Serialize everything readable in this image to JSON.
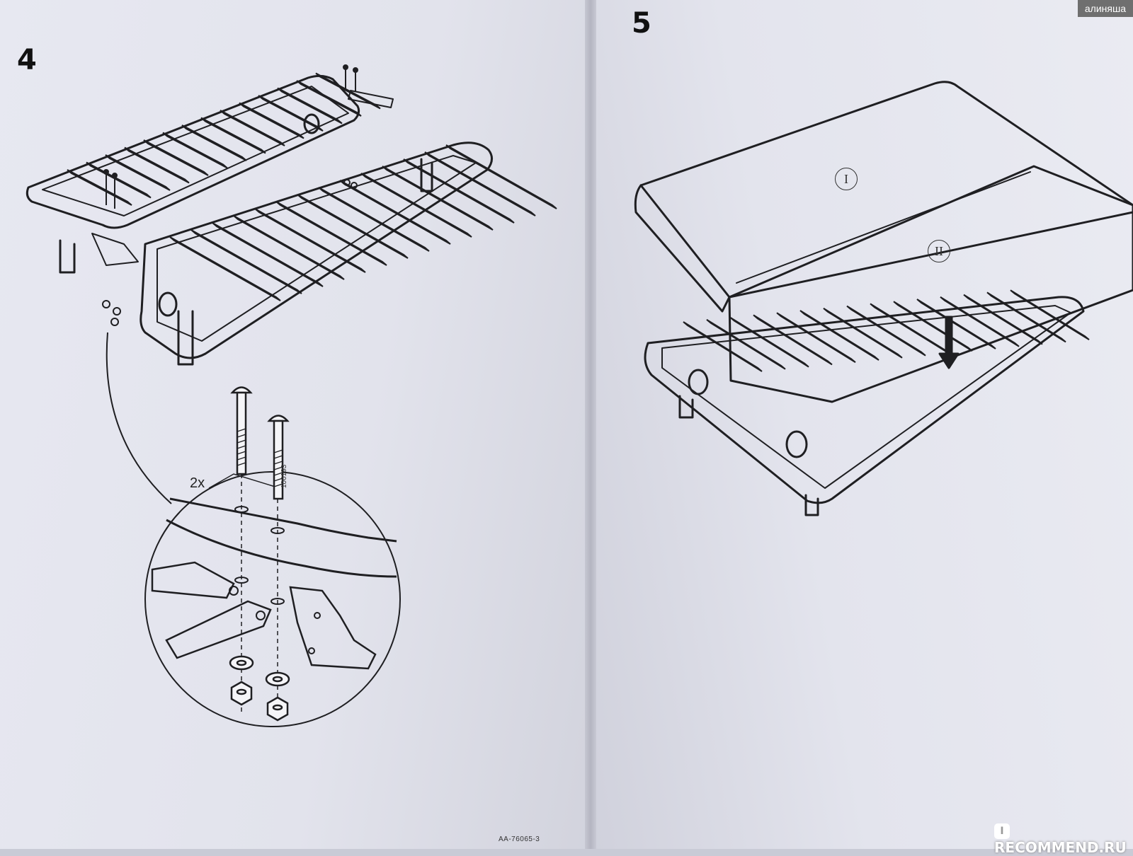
{
  "document": {
    "left_page": {
      "step_number": "4",
      "quantity_label": "2x",
      "part_number": "100193",
      "reference_code": "AA-76065-3"
    },
    "right_page": {
      "step_number": "5",
      "cushion_labels": [
        "I",
        "II"
      ]
    },
    "watermarks": {
      "top_right": "алиняша",
      "bottom_right": "RECOMMEND.RU"
    }
  }
}
